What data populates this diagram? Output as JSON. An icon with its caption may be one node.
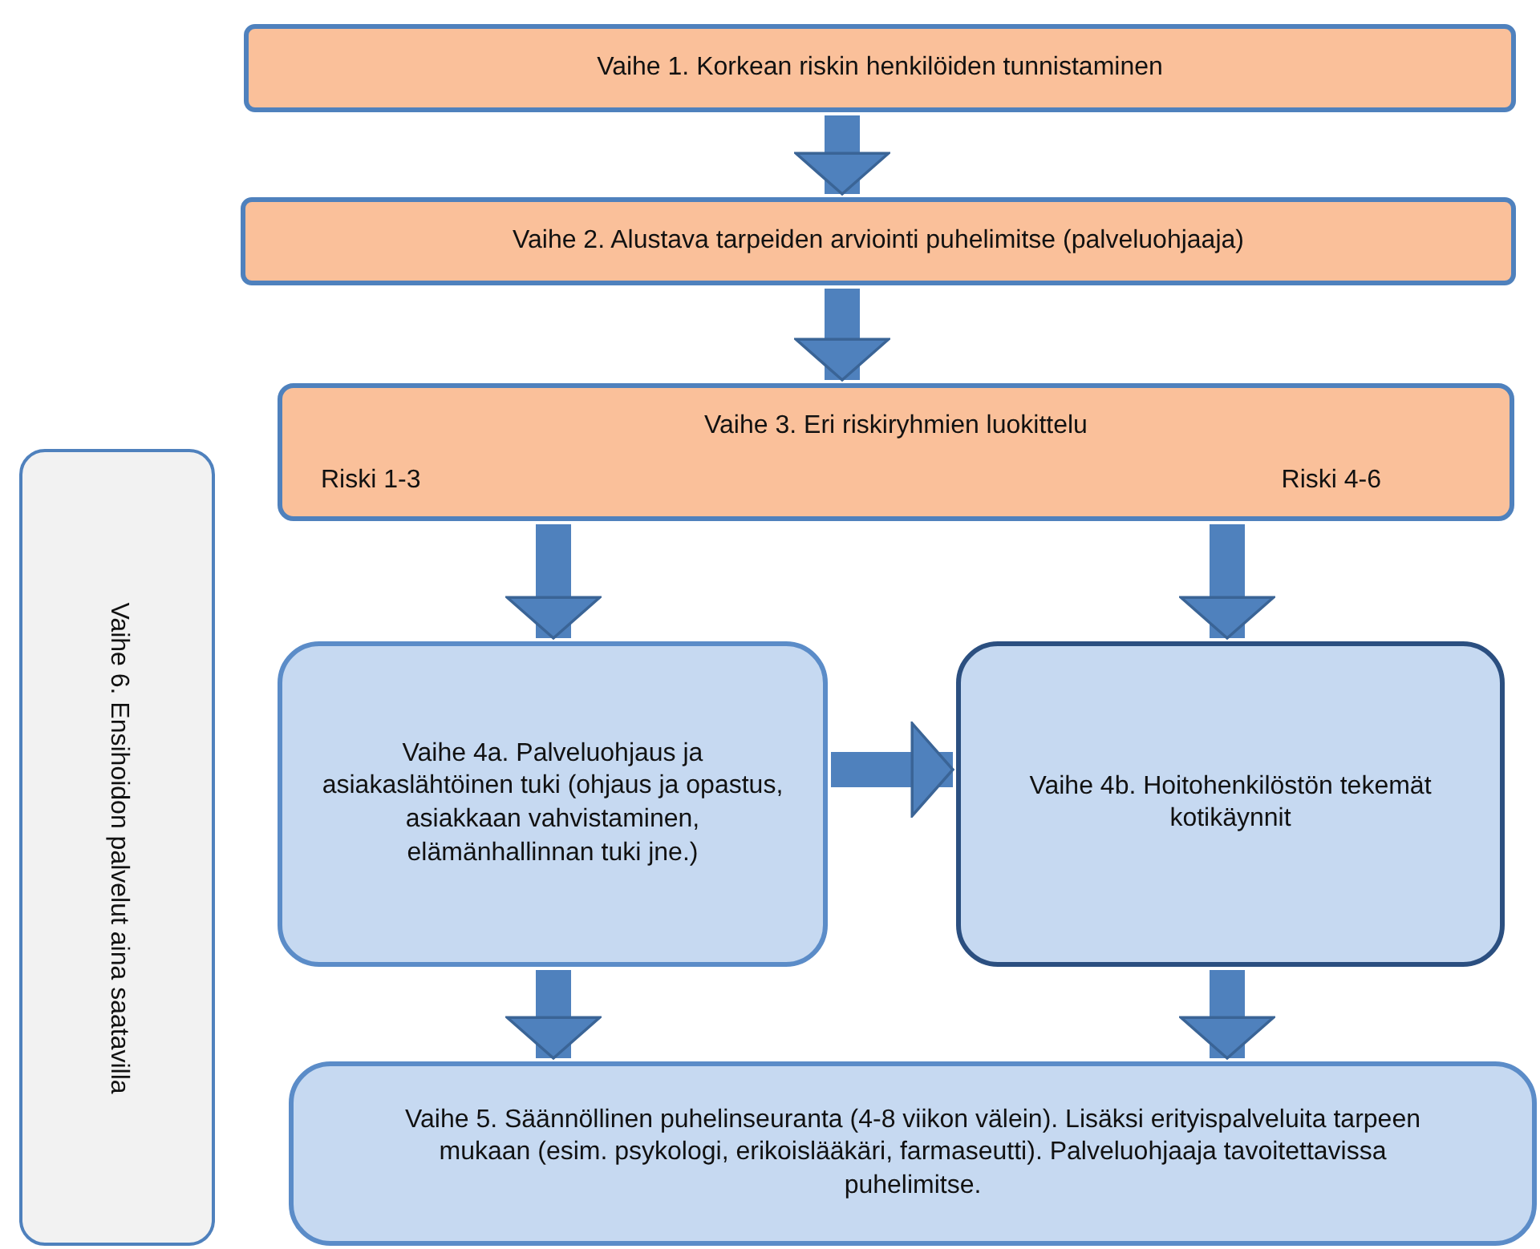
{
  "diagram": {
    "nodes": [
      {
        "text": [
          "Vaihe 1. Korkean riskin henkilöiden tunnistaminen"
        ]
      },
      {
        "text": [
          "Vaihe 2. Alustava tarpeiden arviointi puhelimitse (palveluohjaaja)"
        ]
      },
      {
        "text": [
          "Vaihe 3. Eri riskiryhmien luokittelu",
          "Riski 1-3",
          "Riski 4-6"
        ]
      },
      {
        "text": [
          "Vaihe 4a. Palveluohjaus ja asiakaslähtöinen tuki (ohjaus ja opastus, asiakkaan vahvistaminen, elämänhallinnan tuki jne.)"
        ]
      },
      {
        "text": [
          "Vaihe 4b. Hoitohenkilöstön tekemät kotikäynnit"
        ]
      },
      {
        "text": [
          "Vaihe 5. Säännöllinen puhelinseuranta (4-8 viikon välein). Lisäksi erityispalveluita tarpeen mukaan (esim. psykologi, erikoislääkäri, farmaseutti). Palveluohjaaja tavoitettavissa puhelimitse."
        ]
      },
      {
        "text": [
          "Vaihe 6. Ensihoidon palvelut aina saatavilla"
        ]
      }
    ],
    "edges": [
      {
        "from": 0,
        "to": 1,
        "arrow": "to"
      },
      {
        "from": 1,
        "to": 2,
        "arrow": "to"
      },
      {
        "from": 2,
        "to": 3,
        "arrow": "to"
      },
      {
        "from": 2,
        "to": 4,
        "arrow": "to"
      },
      {
        "from": 3,
        "to": 4,
        "arrow": "to"
      },
      {
        "from": 3,
        "to": 5,
        "arrow": "to"
      },
      {
        "from": 4,
        "to": 5,
        "arrow": "to"
      }
    ]
  }
}
